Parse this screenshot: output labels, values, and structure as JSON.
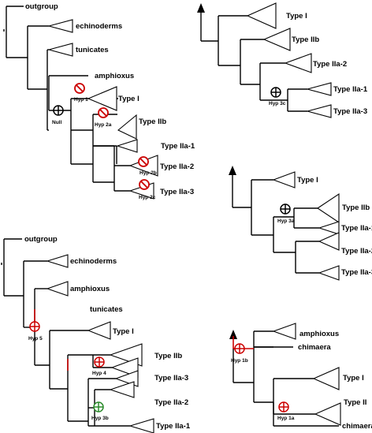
{
  "colors": {
    "branch": "#000000",
    "tick": "#cc0000",
    "no_symbol": "#cc0000",
    "plus_red": "#cc0000",
    "plus_green": "#2a8a2a",
    "plus_black": "#000000"
  },
  "panel_a": {
    "taxa": {
      "outgroup": "outgroup",
      "echinoderms": "echinoderms",
      "tunicates": "tunicates",
      "amphioxus": "amphioxus",
      "type_i": "Type I",
      "type_iib": "Type IIb",
      "type_iia1": "Type IIa-1",
      "type_iia2": "Type IIa-2",
      "type_iia3": "Type IIa-3"
    },
    "hyp": {
      "null": "Null",
      "hyp1": "Hyp 1",
      "hyp2a": "Hyp 2a",
      "hyp2b": "Hyp 2b",
      "hyp2c": "Hyp 2c"
    }
  },
  "panel_b": {
    "taxa": {
      "type_i": "Type I",
      "type_iib": "Type IIb",
      "type_iia2": "Type IIa-2",
      "type_iia1": "Type IIa-1",
      "type_iia3": "Type IIa-3"
    },
    "hyp": {
      "hyp3c": "Hyp 3c"
    }
  },
  "panel_c": {
    "taxa": {
      "type_i": "Type I",
      "type_iib": "Type IIb",
      "type_iia1": "Type IIa-1",
      "type_iia2": "Type IIa-2",
      "type_iia3": "Type IIa-3"
    },
    "hyp": {
      "hyp3a": "Hyp 3a"
    }
  },
  "panel_d": {
    "taxa": {
      "outgroup": "outgroup",
      "echinoderms": "echinoderms",
      "amphioxus": "amphioxus",
      "tunicates": "tunicates",
      "type_i": "Type I",
      "type_iib": "Type IIb",
      "type_iia3": "Type IIa-3",
      "type_iia2": "Type IIa-2",
      "type_iia1": "Type IIa-1"
    },
    "hyp": {
      "hyp5": "Hyp 5",
      "hyp4": "Hyp 4",
      "hyp3b": "Hyp 3b"
    }
  },
  "panel_e": {
    "taxa": {
      "amphioxus": "amphioxus",
      "chimaera_1": "chimaera",
      "type_i": "Type I",
      "type_ii": "Type II",
      "chimaera_2": "chimaera"
    },
    "hyp": {
      "hyp1b": "Hyp 1b",
      "hyp1a": "Hyp 1a"
    }
  }
}
